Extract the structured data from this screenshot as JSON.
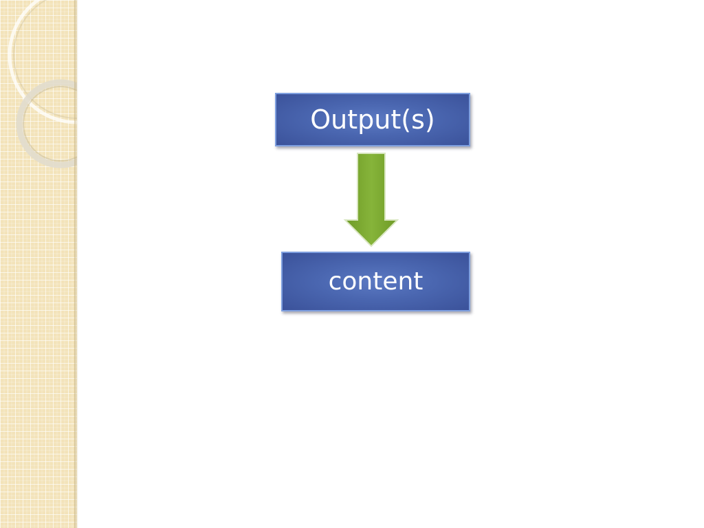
{
  "diagram": {
    "nodes": [
      {
        "id": "output",
        "label": "Output(s)"
      },
      {
        "id": "content",
        "label": "content"
      }
    ],
    "edges": [
      {
        "from": "output",
        "to": "content",
        "style": "block-arrow"
      }
    ]
  },
  "colors": {
    "box_fill": "#4a66b0",
    "box_border": "#7fa0e0",
    "arrow_fill": "#7faa33",
    "side_panel": "#f3e3b9"
  },
  "icons": {
    "arrow": "arrow-down-icon"
  }
}
